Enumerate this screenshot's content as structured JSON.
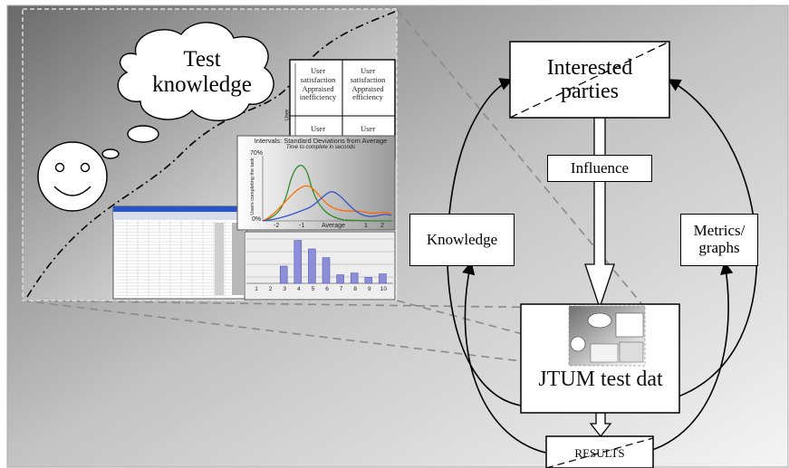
{
  "thought": "Test knowledge",
  "matrix": {
    "cell_tl": "User satisfaction Appraised inefficiency",
    "cell_tr": "User satisfaction Appraised efficiency",
    "cell_bl": "User",
    "cell_br": "User",
    "side": "User"
  },
  "line_chart": {
    "title": "Intervals: Standard Deviations from Average",
    "subtitle": "Time to complete in seconds",
    "ylabel": "Users completing the task",
    "y_ticks": [
      "70%",
      "0%"
    ],
    "x_ticks": [
      "-2",
      "-1",
      "Average",
      "1",
      "2"
    ],
    "colors": {
      "green": "#2e8b2e",
      "orange": "#ff6a00",
      "blue": "#3355cc"
    }
  },
  "histogram": {
    "categories": [
      "1",
      "2",
      "3",
      "4",
      "5",
      "6",
      "7",
      "8",
      "9",
      "10"
    ],
    "values": [
      0,
      0,
      2,
      5,
      4,
      3,
      1,
      1.2,
      0.7,
      1.1
    ],
    "bar_color": "#8c8ed9"
  },
  "flow": {
    "interested_parties": "Interested parties",
    "influence": "Influence",
    "knowledge": "Knowledge",
    "metrics": "Metrics/ graphs",
    "jtum": "JTUM test dat",
    "results": "RESULTS"
  }
}
